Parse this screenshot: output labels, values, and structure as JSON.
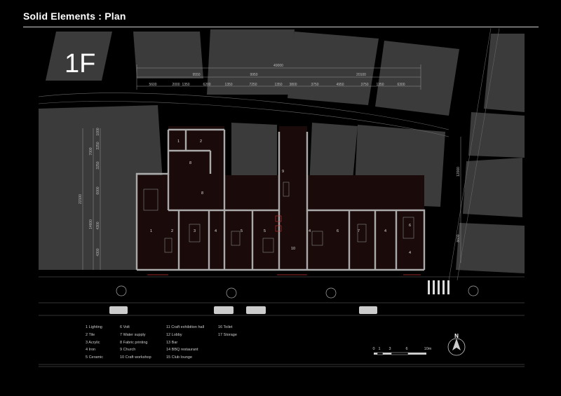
{
  "header": {
    "title": "Solid Elements : Plan"
  },
  "floor": "1F",
  "dimensions": {
    "total": "49000",
    "groups": [
      "9550",
      "9950",
      "20100"
    ],
    "segments": [
      "5600",
      "2000",
      "1350",
      "6200",
      "1350",
      "7250",
      "1350",
      "3800",
      "3750",
      "4950",
      "3750",
      "1350",
      "6300"
    ],
    "left_total": "22100",
    "left_upper": [
      "1000",
      "3250",
      "7000",
      "3250",
      "6000"
    ],
    "left_lower": [
      "14600",
      "4300",
      "4300"
    ],
    "right": [
      "12000",
      "8600"
    ]
  },
  "rooms": [
    "1",
    "2",
    "8",
    "8",
    "9",
    "1",
    "2",
    "3",
    "4",
    "5",
    "5",
    "10",
    "4",
    "6",
    "7",
    "4",
    "6",
    "4"
  ],
  "legend": {
    "col1": [
      "1 Lighting",
      "2 Tile",
      "3 Acrylic",
      "4 Iron",
      "5 Ceramic"
    ],
    "col2": [
      "6 Volt",
      "7 Water supply",
      "8 Fabric printing",
      "9 Church",
      "10 Craft workshop"
    ],
    "col3": [
      "11 Craft exhibition hall",
      "12 Lobby",
      "13 Bar",
      "14 BBQ restaurant",
      "15 Club lounge"
    ],
    "col4": [
      "16 Toilet",
      "17 Storage"
    ]
  },
  "north": "N",
  "scale": {
    "ticks": [
      "0",
      "1",
      "3",
      "6",
      "10m"
    ]
  }
}
